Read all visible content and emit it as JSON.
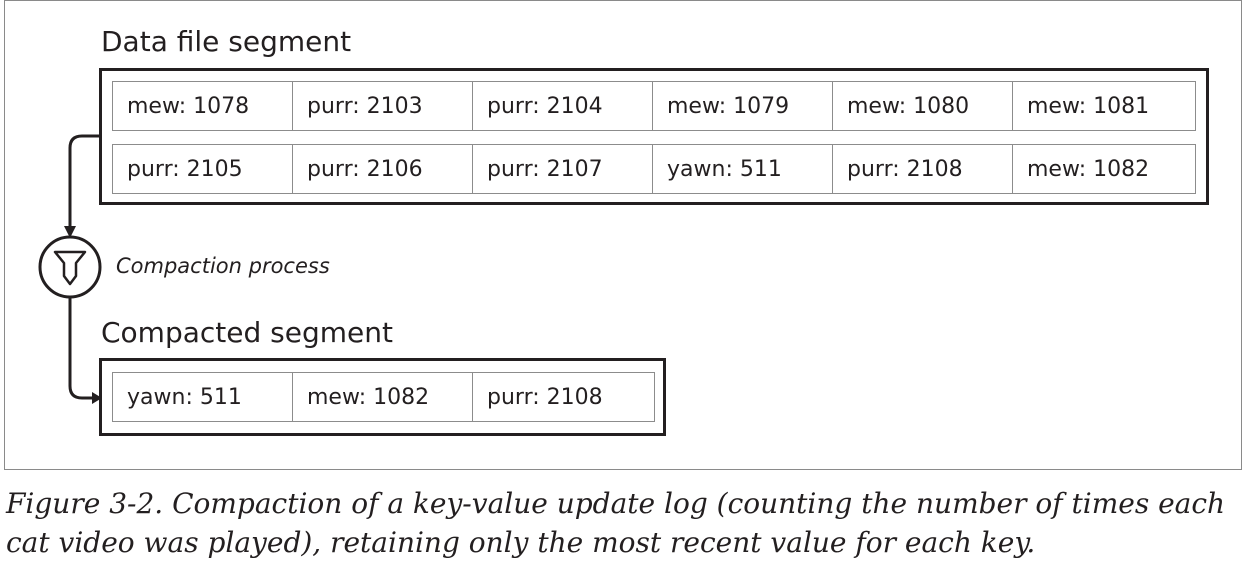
{
  "diagram": {
    "data_file_heading": "Data file segment",
    "data_file_rows": [
      [
        "mew: 1078",
        "purr: 2103",
        "purr: 2104",
        "mew: 1079",
        "mew: 1080",
        "mew: 1081"
      ],
      [
        "purr: 2105",
        "purr: 2106",
        "purr: 2107",
        "yawn: 511",
        "purr: 2108",
        "mew: 1082"
      ]
    ],
    "process_label": "Compaction process",
    "compacted_heading": "Compacted segment",
    "compacted_row": [
      "yawn: 511",
      "mew: 1082",
      "purr: 2108"
    ]
  },
  "caption": "Figure 3-2. Compaction of a key-value update log (counting the number of times each cat video was played), retaining only the most recent value for each key."
}
